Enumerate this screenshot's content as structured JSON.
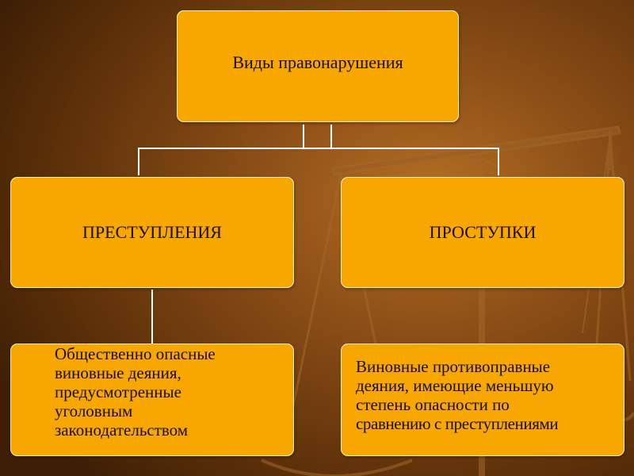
{
  "diagram": {
    "root": {
      "label": "Виды правонарушения"
    },
    "branches": [
      {
        "label": "ПРЕСТУПЛЕНИЯ",
        "description_lines": [
          "Общественно опасные",
          "виновные деяния,",
          "предусмотренные",
          "уголовным",
          "законодательством"
        ]
      },
      {
        "label": "ПРОСТУПКИ",
        "description_lines": [
          "Виновные противоправные",
          "деяния, имеющие меньшую",
          "степень опасности по",
          "сравнению с преступлениями"
        ]
      }
    ]
  },
  "colors": {
    "box_fill": "#f7a700",
    "box_border": "#fff2c8",
    "connector": "#ffffff",
    "background": "#8d4f17",
    "text": "#1a0e02"
  }
}
